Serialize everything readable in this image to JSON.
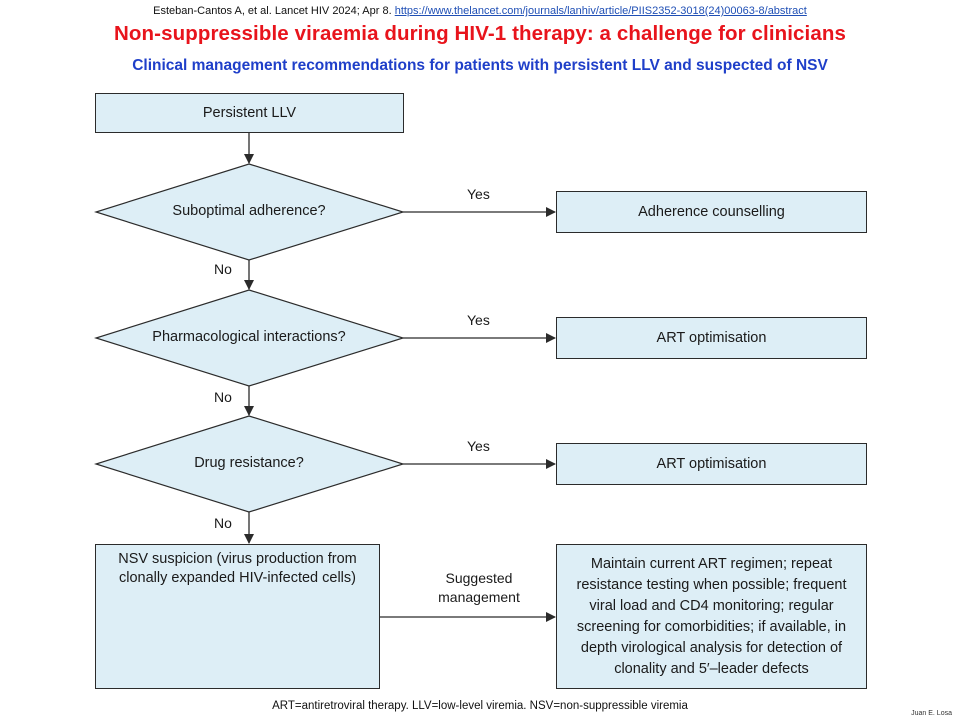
{
  "header": {
    "citation": "Esteban-Cantos A, et al. Lancet HIV 2024; Apr 8.",
    "citation_link": "https://www.thelancet.com/journals/lanhiv/article/PIIS2352-3018(24)00063-8/abstract",
    "title": "Non-suppressible viraemia during HIV-1 therapy: a challenge for clinicians",
    "subtitle": "Clinical management recommendations for patients with persistent LLV and suspected of NSV"
  },
  "flow": {
    "start": "Persistent LLV",
    "decisions": [
      {
        "question": "Suboptimal adherence?",
        "yes_label": "Yes",
        "no_label": "No",
        "action": "Adherence counselling"
      },
      {
        "question": "Pharmacological interactions?",
        "yes_label": "Yes",
        "no_label": "No",
        "action": "ART optimisation"
      },
      {
        "question": "Drug resistance?",
        "yes_label": "Yes",
        "no_label": "No",
        "action": "ART optimisation"
      }
    ],
    "nsv_box": {
      "lines": [
        "NSV suspicion (virus production from",
        "clonally expanded HIV-infected cells)"
      ]
    },
    "suggested_label": [
      "Suggested",
      "management"
    ],
    "management_box": {
      "lines": [
        "Maintain current ART regimen; repeat",
        "resistance testing when possible; frequent",
        "viral load and CD4 monitoring; regular",
        "screening for comorbidities; if available, in",
        "depth virological analysis for detection of",
        "clonality and 5′–leader defects"
      ]
    }
  },
  "footnote": "ART=antiretroviral therapy. LLV=low-level viremia. NSV=non-suppressible viremia",
  "signature": "Juan E. Losa",
  "colors": {
    "title": "#e8141c",
    "subtitle": "#1f3fc9",
    "box_fill": "#ddeef6",
    "stroke": "#2b2b2b"
  }
}
